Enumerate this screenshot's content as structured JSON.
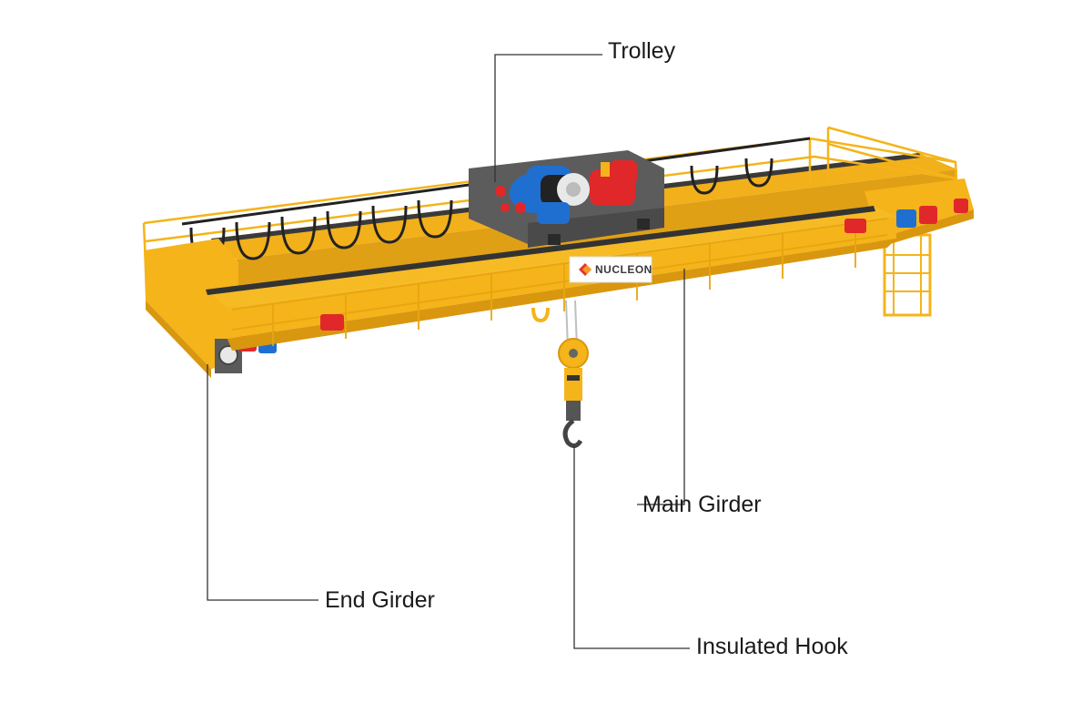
{
  "brand": {
    "logo_text": "NUCLEON",
    "primary_color": "#f4b41a",
    "logo_red": "#e5352b",
    "logo_orange": "#f59a23"
  },
  "components": [
    {
      "id": "trolley",
      "label": "Trolley"
    },
    {
      "id": "main-girder",
      "label": "Main Girder"
    },
    {
      "id": "end-girder",
      "label": "End Girder"
    },
    {
      "id": "insulated-hook",
      "label": "Insulated Hook"
    }
  ],
  "colors": {
    "girder": "#f4b41a",
    "girder_shadow": "#d9970f",
    "rail": "#3a3a3a",
    "trolley_frame": "#5c5c5c",
    "motor_blue": "#1f6fd1",
    "motor_red": "#e0282a",
    "callout_line": "#333333"
  }
}
